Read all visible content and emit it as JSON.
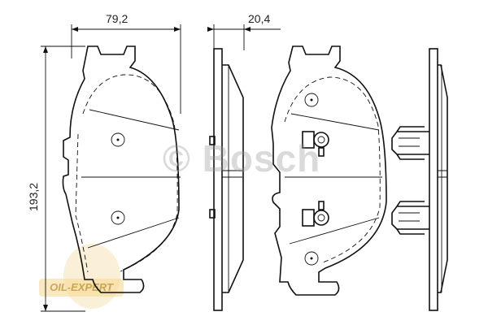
{
  "dimensions": {
    "width": "79,2",
    "thickness": "20,4",
    "height": "193,2"
  },
  "watermark": "© Bosch",
  "logo_text": "OIL-EXPERT"
}
